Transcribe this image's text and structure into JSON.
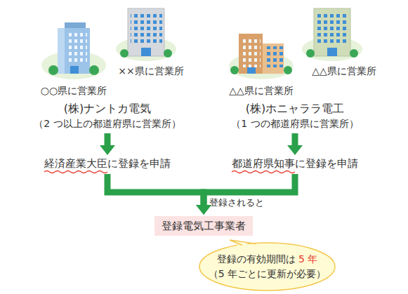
{
  "diagram": {
    "nodes": [
      {
        "text": [
          "(株)ナントカ電気",
          "（2 つ以上の都道府県に営業所）"
        ]
      },
      {
        "text": [
          "(株)ホニャララ電工",
          "（1 つの都道府県に営業所）"
        ]
      },
      {
        "text": [
          "経済産業大臣に登録を申請"
        ]
      },
      {
        "text": [
          "都道府県知事に登録を申請"
        ]
      },
      {
        "text": [
          "登録電気工事業者"
        ]
      },
      {
        "text": [
          "登録の有効期間は",
          "5 年",
          "（5 年ごとに更新が必要）"
        ]
      }
    ],
    "edges": [
      {
        "from": 0,
        "to": 2,
        "arrow": "to"
      },
      {
        "from": 1,
        "to": 3,
        "arrow": "to"
      },
      {
        "from": 2,
        "to": 4,
        "arrow": "to",
        "label": "登録されると"
      },
      {
        "from": 3,
        "to": 4,
        "arrow": "to"
      }
    ],
    "labels": [
      "○○県に営業所",
      "××県に営業所",
      "△△県に営業所",
      "△△県に営業所"
    ]
  }
}
